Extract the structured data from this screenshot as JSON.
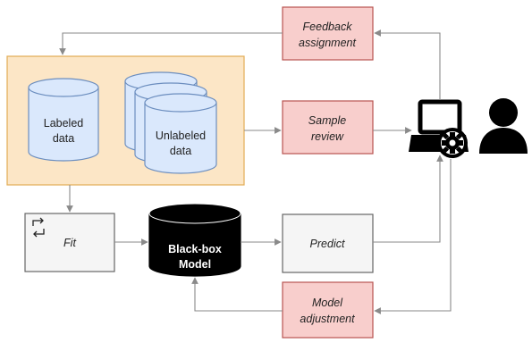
{
  "nodes": {
    "labeled": [
      "Labeled",
      "data"
    ],
    "unlabeled": [
      "Unlabeled",
      "data"
    ],
    "feedback": [
      "Feedback",
      "assignment"
    ],
    "sample_review": [
      "Sample",
      "review"
    ],
    "fit": "Fit",
    "blackbox": [
      "Black-box",
      "Model"
    ],
    "predict": "Predict",
    "model_adjustment": [
      "Model",
      "adjustment"
    ]
  },
  "colors": {
    "panel_fill": "#fce6c6",
    "panel_stroke": "#e2ac55",
    "cylinder_fill": "#dae8fc",
    "cylinder_stroke": "#6c8ebf",
    "pink_fill": "#f8cecc",
    "pink_stroke": "#b85450",
    "gray_fill": "#f5f5f5",
    "gray_stroke": "#666666",
    "black": "#000000",
    "arrow": "#8a8a8a"
  },
  "icons": {
    "computer": "computer-gear-icon",
    "user": "user-icon",
    "loop": "loop-arrows-icon"
  }
}
